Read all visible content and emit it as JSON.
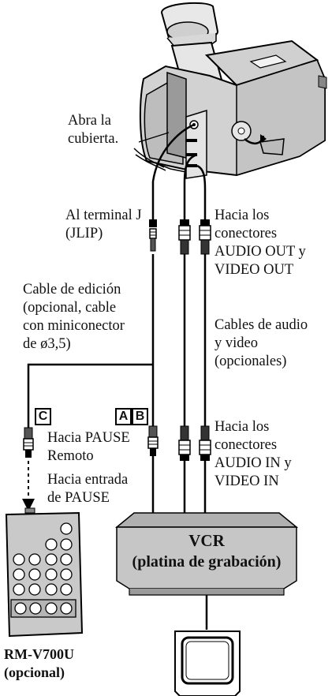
{
  "labels": {
    "open_cover": "Abra la\ncubierta.",
    "j_terminal": "Al terminal J\n(JLIP)",
    "audio_video_out": "Hacia los\nconectores\nAUDIO OUT y\nVIDEO OUT",
    "edit_cable": "Cable de edición\n(opcional, cable\ncon miniconector\nde ø3,5)",
    "av_cables": "Cables de audio\ny video\n(opcionales)",
    "pause_remote": "Hacia PAUSE\nRemoto",
    "audio_video_in": "Hacia los\nconectores\nAUDIO IN y\nVIDEO IN",
    "pause_input": "Hacia entrada\nde PAUSE",
    "box_c": "C",
    "box_a": "A",
    "box_b": "B",
    "vcr_line1": "VCR",
    "vcr_line2": "(platina de grabación)",
    "remote_model": "RM-V700U\n(opcional)"
  }
}
